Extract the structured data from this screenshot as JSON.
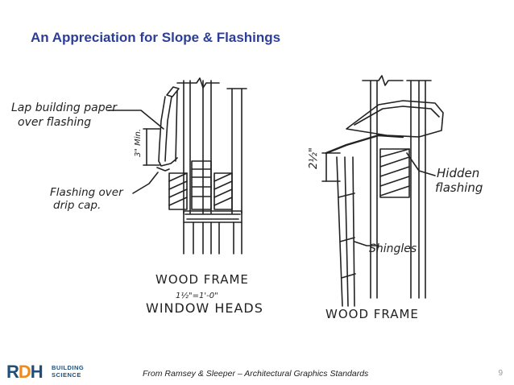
{
  "slide": {
    "title": "An Appreciation for Slope & Flashings",
    "source": "From Ramsey & Sleeper – Architectural Graphics Standards",
    "page_number": "9"
  },
  "logo": {
    "letters_r": "R",
    "letters_d": "D",
    "letters_h": "H",
    "line1": "BUILDING",
    "line2": "SCIENCE"
  },
  "drawing_left": {
    "label_lap_1": "Lap building paper",
    "label_lap_2": "over flashing",
    "label_dim": "3\" Min.",
    "label_flash_1": "Flashing over",
    "label_flash_2": "drip cap.",
    "caption_1": "WOOD FRAME",
    "scale": "1½\"=1'-0\"",
    "caption_2": "WINDOW HEADS"
  },
  "drawing_right": {
    "label_dim": "2½\"",
    "label_hidden_1": "Hidden",
    "label_hidden_2": "flashing",
    "label_shingles": "Shingles",
    "caption": "WOOD FRAME"
  },
  "colors": {
    "title": "#2c3e98",
    "logo_blue": "#1f4e79",
    "logo_orange": "#f08a1e"
  }
}
